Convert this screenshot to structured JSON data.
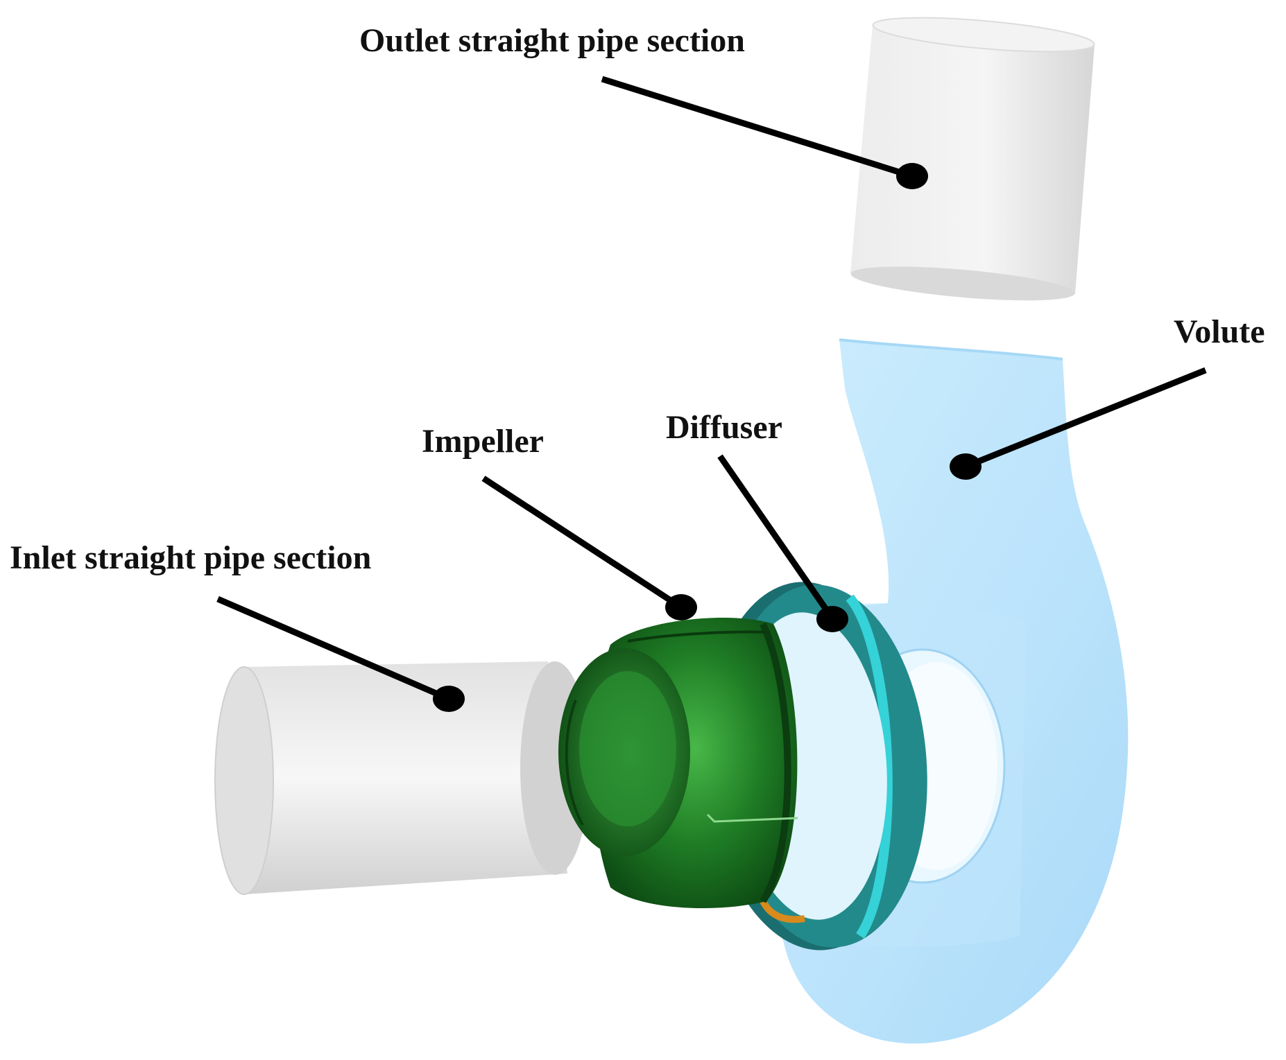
{
  "labels": {
    "outlet": "Outlet straight pipe section",
    "volute": "Volute",
    "impeller": "Impeller",
    "diffuser": "Diffuser",
    "inlet": "Inlet straight pipe section"
  },
  "colors": {
    "pipe": "#e4e4e4",
    "volute": "#b6e2fb",
    "impeller": "#1c7a24",
    "diffuser": "#1f7f80",
    "leader": "#000000"
  }
}
